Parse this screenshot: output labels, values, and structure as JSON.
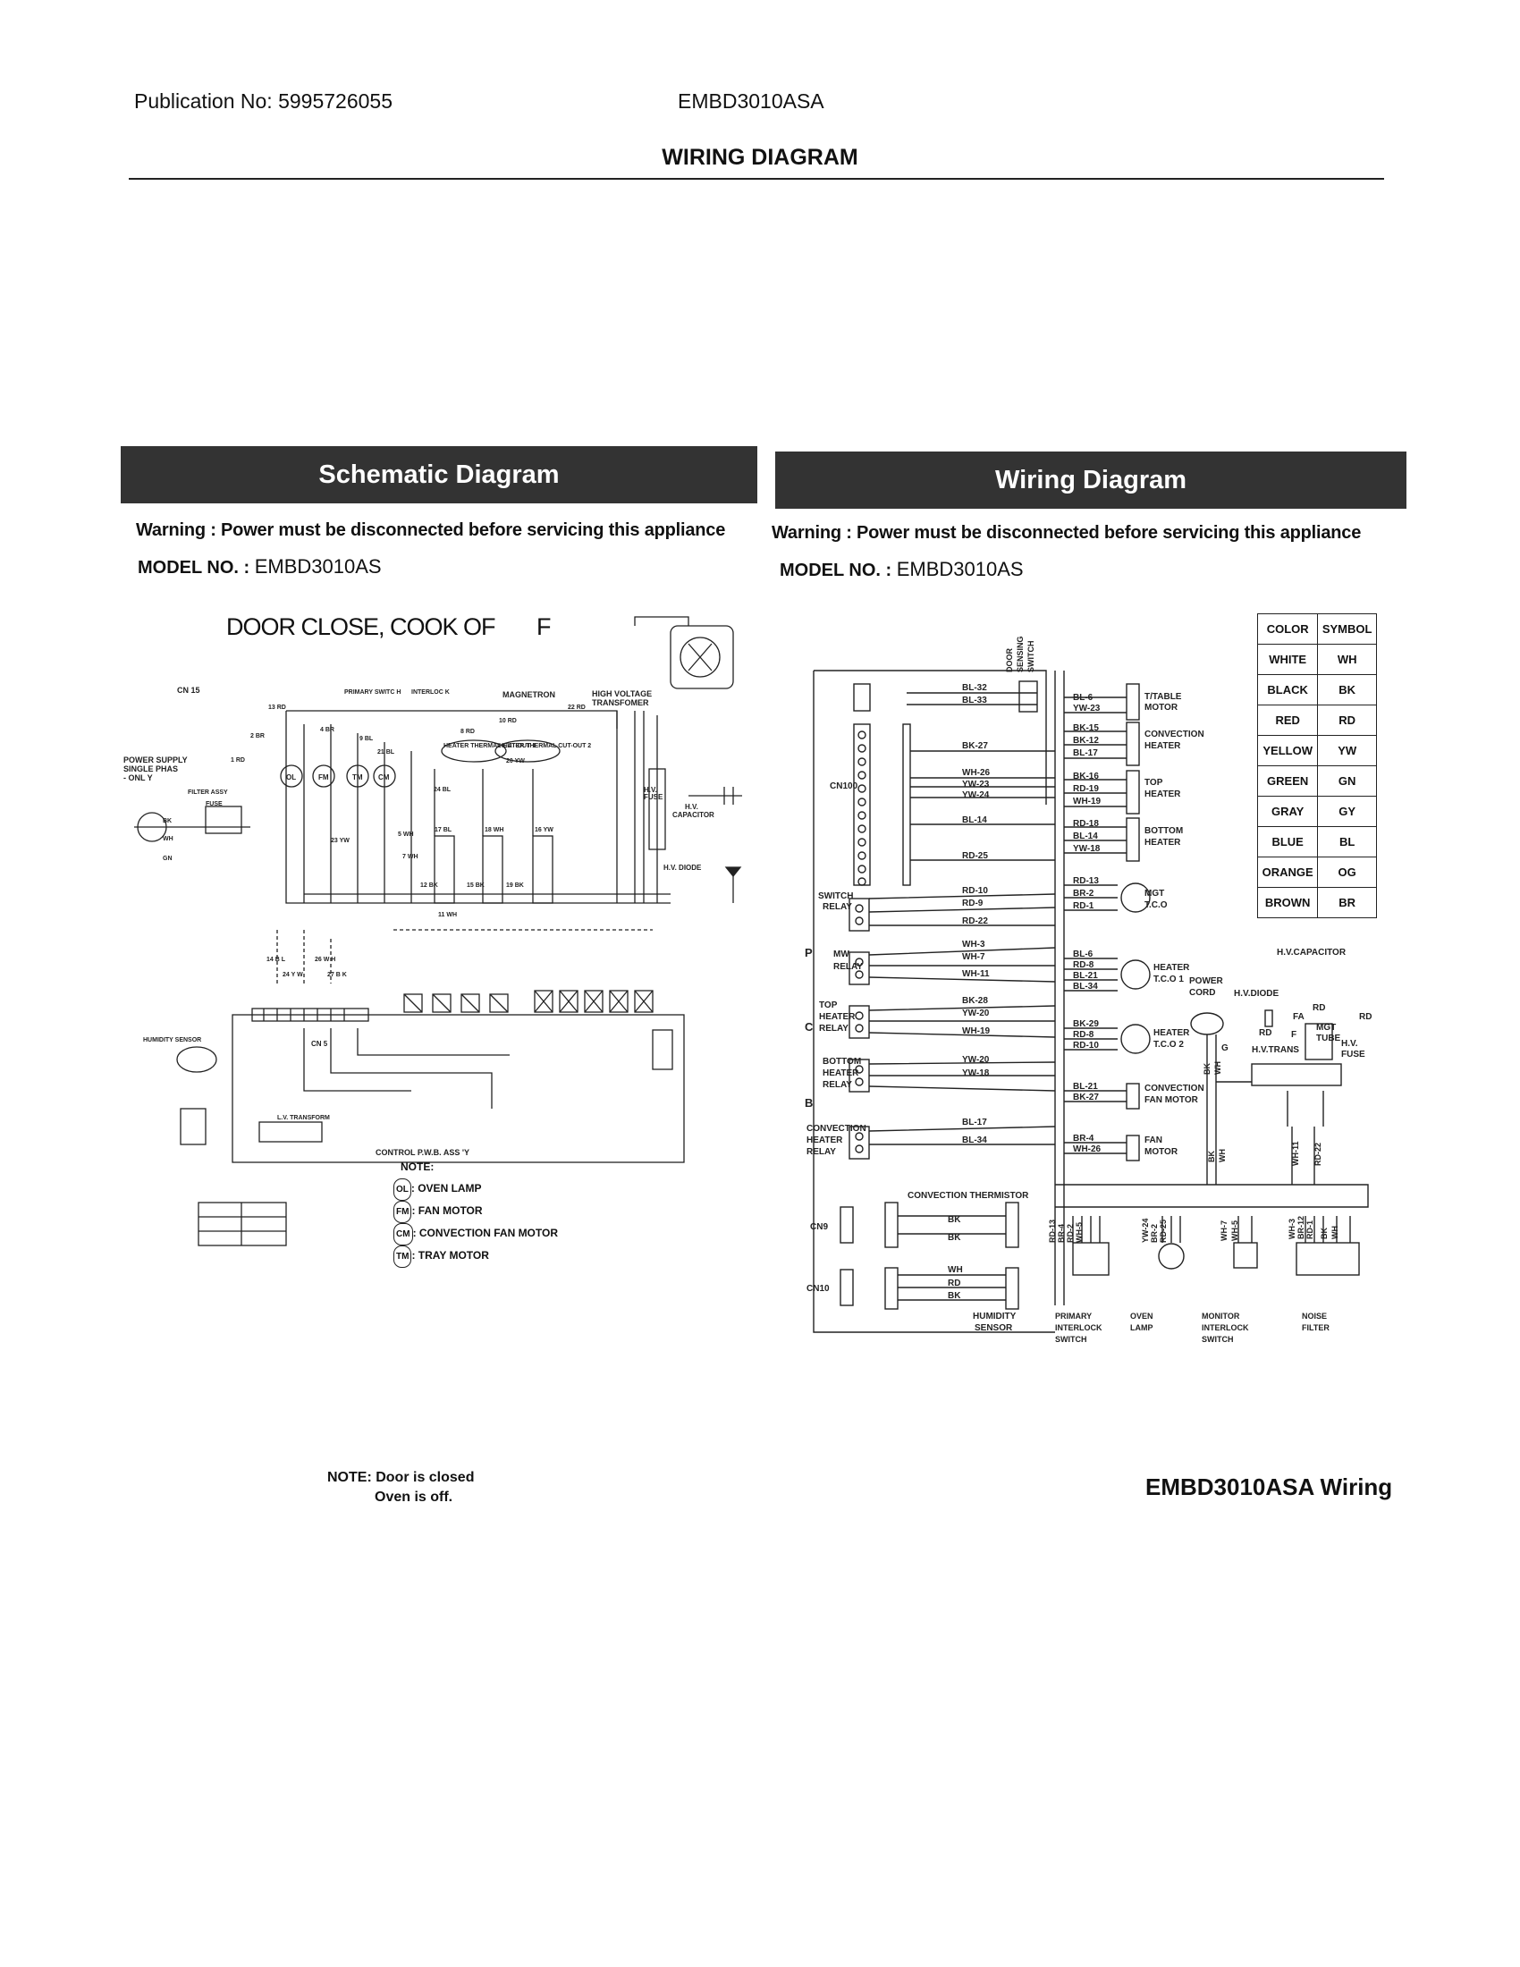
{
  "header": {
    "publication": "Publication No: 5995726055",
    "model_code": "EMBD3010ASA",
    "title": "WIRING DIAGRAM"
  },
  "schematic": {
    "banner": "Schematic Diagram",
    "warning_label": "Warning :",
    "warning_text": "Power must be disconnected before servicing this appliance",
    "model_label": "MODEL NO. :",
    "model_value": "EMBD3010AS",
    "state_title": "DOOR CLOSE, COOK OF",
    "state_suffix": "F",
    "labels": {
      "magnetron": "MAGNETRON",
      "hv_transformer_1": "HIGH VOLTAGE",
      "hv_transformer_2": "TRANSFOMER",
      "hv_fuse_1": "H.V.",
      "hv_fuse_2": "FUSE",
      "hv_capacitor_1": "H.V.",
      "hv_capacitor_2": "CAPACITOR",
      "hv_diode": "H.V. DIODE",
      "cn15": "CN 15",
      "power_supply_1": "POWER SUPPLY",
      "power_supply_2": "SINGLE PHAS",
      "power_supply_3": "- ONL Y",
      "filter_assy": "FILTER ASSY",
      "fuse": "FUSE",
      "primary_switch": "PRIMARY SWITC H",
      "interlock": "INTERLOC K",
      "heater_tco1": "HEATER THERMAL CUT-OUT 1",
      "heater_tco2": "HEATER THERMAL CUT-OUT 2",
      "humidity_sensor": "HUMIDITY SENSOR",
      "lv_transform": "L.V. TRANSFORM",
      "cn5": "CN 5",
      "control_pwb": "CONTROL P.W.B. ASS 'Y",
      "ol": "OL",
      "fm": "FM",
      "tm": "TM",
      "cm": "CM"
    },
    "wires": [
      "13 RD",
      "8 RD",
      "10 RD",
      "22 RD",
      "2 BR",
      "4 BR",
      "9 BL",
      "21 BL",
      "20 YW",
      "1 RD",
      "BK",
      "WH",
      "GN",
      "23 YW",
      "7 WH",
      "5 WH",
      "24 BL",
      "17 BL",
      "18 WH",
      "16 YW",
      "12 BK",
      "15 BK",
      "19 BK",
      "11 WH",
      "14 B L",
      "24 Y W",
      "26 W H",
      "27 B K"
    ],
    "note_title": "NOTE:",
    "notes": [
      {
        "sym": "OL",
        "text": ": OVEN LAMP"
      },
      {
        "sym": "FM",
        "text": ": FAN MOTOR"
      },
      {
        "sym": "CM",
        "text": ": CONVECTION FAN MOTOR"
      },
      {
        "sym": "TM",
        "text": ": TRAY MOTOR"
      }
    ],
    "footnote_1": "NOTE: Door is closed",
    "footnote_2": "Oven is off."
  },
  "wiring": {
    "banner": "Wiring Diagram",
    "warning_label": "Warning :",
    "warning_text": "Power must be disconnected before servicing this appliance",
    "model_label": "MODEL NO. :",
    "model_value": "EMBD3010AS",
    "legend_header": [
      "COLOR",
      "SYMBOL"
    ],
    "legend": [
      [
        "WHITE",
        "WH"
      ],
      [
        "BLACK",
        "BK"
      ],
      [
        "RED",
        "RD"
      ],
      [
        "YELLOW",
        "YW"
      ],
      [
        "GREEN",
        "GN"
      ],
      [
        "GRAY",
        "GY"
      ],
      [
        "BLUE",
        "BL"
      ],
      [
        "ORANGE",
        "OG"
      ],
      [
        "BROWN",
        "BR"
      ]
    ],
    "left_labels": {
      "cn100": "CN100",
      "switch_relay": [
        "SWITCH",
        "RELAY"
      ],
      "mw_relay": [
        "MW",
        "RELAY"
      ],
      "p": "P",
      "c": "C",
      "b": "B",
      "top_heater_relay": [
        "TOP",
        "HEATER",
        "RELAY"
      ],
      "bottom_heater_relay": [
        "BOTTOM",
        "HEATER",
        "RELAY"
      ],
      "convection_heater_relay": [
        "CONVECTION",
        "HEATER",
        "RELAY"
      ],
      "cn9": "CN9",
      "cn10": "CN10",
      "door_sensing_switch": [
        "DOOR",
        "SENSING",
        "SWITCH"
      ],
      "convection_thermistor": "CONVECTION  THERMISTOR",
      "humidity_sensor": [
        "HUMIDITY",
        "SENSOR"
      ]
    },
    "mid_wires": [
      "BL-32",
      "BL-33",
      "BK-27",
      "WH-26",
      "YW-23",
      "YW-24",
      "BL-14",
      "RD-25",
      "RD-10",
      "RD-9",
      "RD-22",
      "WH-3",
      "WH-7",
      "WH-11",
      "BK-28",
      "YW-20",
      "WH-19",
      "YW-20",
      "YW-18",
      "BL-17",
      "BL-34",
      "BK",
      "BK",
      "WH",
      "RD",
      "BK"
    ],
    "components": [
      {
        "wires": [
          "BL-6",
          "YW-23"
        ],
        "label": [
          "T/TABLE",
          "MOTOR"
        ]
      },
      {
        "wires": [
          "BK-15",
          "BK-12",
          "BL-17"
        ],
        "label": [
          "CONVECTION",
          "HEATER"
        ]
      },
      {
        "wires": [
          "BK-16",
          "RD-19",
          "WH-19"
        ],
        "label": [
          "TOP",
          "HEATER"
        ]
      },
      {
        "wires": [
          "RD-18",
          "BL-14",
          "YW-18"
        ],
        "label": [
          "BOTTOM",
          "HEATER"
        ]
      },
      {
        "wires": [
          "RD-13",
          "BR-2",
          "RD-1"
        ],
        "label": [
          "MGT",
          "T.C.O"
        ]
      },
      {
        "wires": [
          "BL-6",
          "RD-8",
          "BL-21",
          "BL-34"
        ],
        "label": [
          "HEATER",
          "T.C.O 1"
        ]
      },
      {
        "wires": [
          "BK-29",
          "RD-8",
          "RD-10"
        ],
        "label": [
          "HEATER",
          "T.C.O 2"
        ]
      },
      {
        "wires": [
          "BL-21",
          "BK-27"
        ],
        "label": [
          "CONVECTION",
          "FAN MOTOR"
        ]
      },
      {
        "wires": [
          "BR-4",
          "WH-26"
        ],
        "label": [
          "FAN",
          "MOTOR"
        ]
      }
    ],
    "hv": {
      "capacitor": "H.V.CAPACITOR",
      "diode": "H.V.DIODE",
      "power_cord": [
        "POWER",
        "CORD"
      ],
      "trans": "H.V.TRANS",
      "mgt_tube": [
        "MGT",
        "TUBE"
      ],
      "fuse": [
        "H.V.",
        "FUSE"
      ],
      "rd": "RD",
      "fa": "FA",
      "f": "F",
      "g": "G",
      "bk": "BK",
      "wh": "WH",
      "wh11": "WH-11",
      "rd22": "RD-22"
    },
    "bottom_components": [
      {
        "wires": [
          "RD-13",
          "BR-4",
          "RD-2",
          "WH-5"
        ],
        "label": [
          "PRIMARY",
          "INTERLOCK",
          "SWITCH"
        ]
      },
      {
        "wires": [
          "YW-24",
          "BR-2",
          "RD-25"
        ],
        "label": [
          "OVEN",
          "LAMP"
        ]
      },
      {
        "wires": [
          "WH-7",
          "WH-5"
        ],
        "label": [
          "MONITOR",
          "INTERLOCK",
          "SWITCH"
        ]
      },
      {
        "wires": [
          "WH-3",
          "BR-12",
          "RD-1",
          "BK",
          "WH"
        ],
        "label": [
          "NOISE",
          "FILTER"
        ]
      }
    ],
    "footer": "EMBD3010ASA Wiring"
  }
}
